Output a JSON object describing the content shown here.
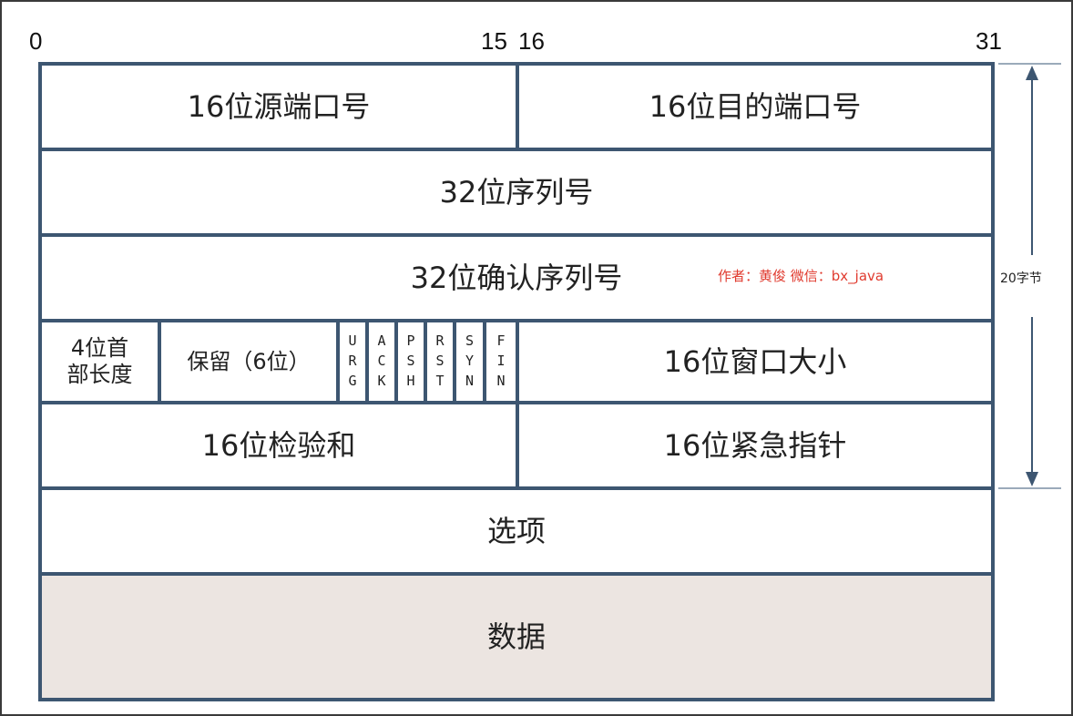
{
  "bits": {
    "b0": "0",
    "b15": "15",
    "b16": "16",
    "b31": "31"
  },
  "fields": {
    "src_port": "16位源端口号",
    "dst_port": "16位目的端口号",
    "seq": "32位序列号",
    "ack_seq": "32位确认序列号",
    "header_len": [
      "4位首",
      "部长度"
    ],
    "reserved": "保留（6位）",
    "flags": [
      [
        "U",
        "R",
        "G"
      ],
      [
        "A",
        "C",
        "K"
      ],
      [
        "P",
        "S",
        "H"
      ],
      [
        "R",
        "S",
        "T"
      ],
      [
        "S",
        "Y",
        "N"
      ],
      [
        "F",
        "I",
        "N"
      ]
    ],
    "window": "16位窗口大小",
    "checksum": "16位检验和",
    "urgent": "16位紧急指针",
    "options": "选项",
    "data": "数据"
  },
  "header_size_label": "20字节",
  "watermark": "作者：黄俊 微信：bx_java",
  "colors": {
    "border": "#3d5671",
    "data_bg": "#ece5e1",
    "watermark": "#e03a2e"
  }
}
